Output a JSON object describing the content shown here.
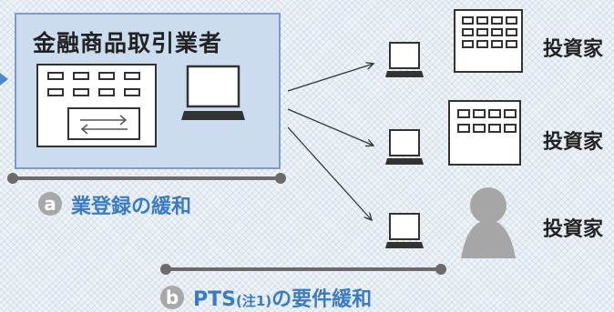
{
  "dealer": {
    "title": "金融商品取引業者"
  },
  "investors": [
    {
      "label": "投資家",
      "type": "building"
    },
    {
      "label": "投資家",
      "type": "building"
    },
    {
      "label": "投資家",
      "type": "person"
    }
  ],
  "reforms": {
    "a": {
      "letter": "a",
      "label": "業登録の緩和"
    },
    "b": {
      "letter": "b",
      "label_main": "PTS",
      "label_note": "(注1)",
      "label_rest": "の要件緩和"
    }
  },
  "colors": {
    "box_fill": "#ccdcef",
    "box_border": "#7d9ccc",
    "accent_blue": "#3a7cc4",
    "bar_gray": "#6b6b6b",
    "person_gray": "#a6a6a6"
  }
}
